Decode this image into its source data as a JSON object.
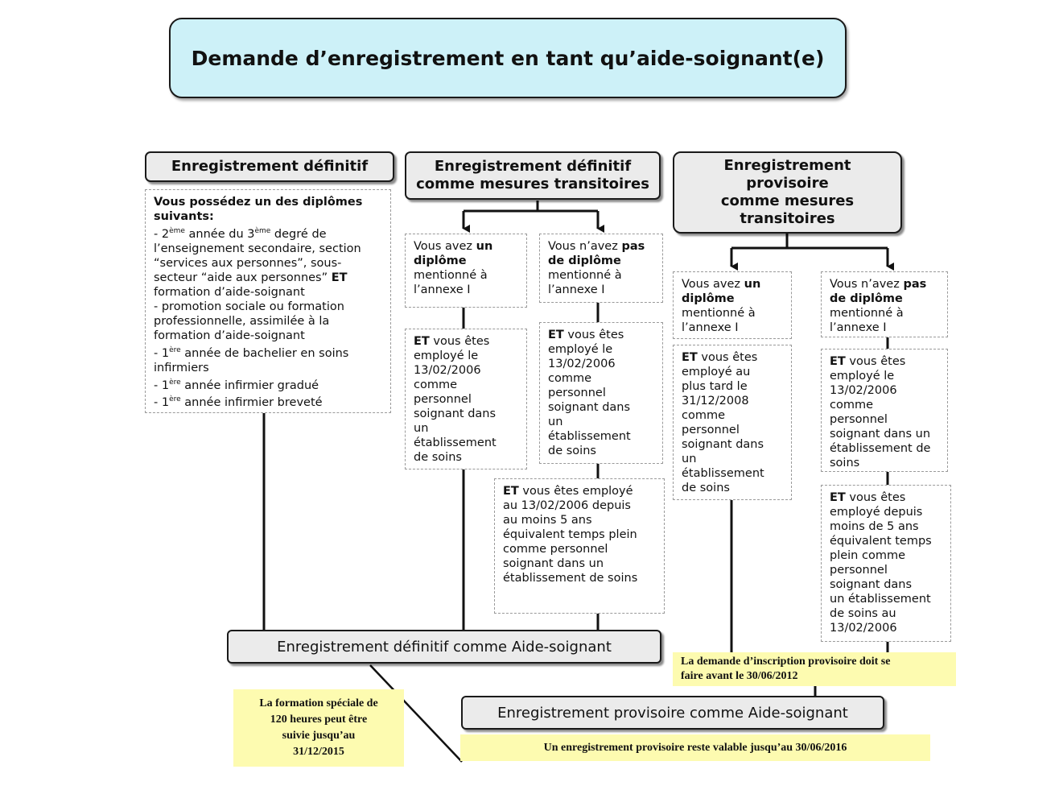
{
  "title": "Demande d’enregistrement en tant qu’aide-soignant(e)",
  "columns": {
    "col1": {
      "header": "Enregistrement définitif",
      "intro": "Vous possédez un des diplômes suivants:",
      "items": [
        {
          "pre": "- 2",
          "sup": "ème",
          "mid": " année du 3",
          "sup2": "ème",
          "post": " degré de l’enseignement secondaire, section “services aux personnes”, sous-secteur “aide aux  personnes” ",
          "bold": "ET",
          "tail": " formation d’aide-soignant"
        },
        {
          "text": "- promotion sociale ou formation professionnelle, assimilée à la formation d’aide-soignant"
        },
        {
          "pre": "- 1",
          "sup": "ère",
          "post": " année de bachelier en soins infirmiers"
        },
        {
          "pre": "- 1",
          "sup": "ère",
          "post": " année infirmier gradué"
        },
        {
          "pre": "- 1",
          "sup": "ère",
          "post": " année infirmier breveté"
        }
      ]
    },
    "col2": {
      "header": "Enregistrement définitif\ncomme mesures transitoires",
      "left_condition": {
        "a": "Vous avez ",
        "b": "un diplôme",
        "c": "\nmentionné à\nl’annexe I"
      },
      "right_condition": {
        "a": "Vous n’avez ",
        "b": "pas\nde diplôme",
        "c": "\nmentionné à\nl’annexe I"
      },
      "left_employment": {
        "b": "ET",
        "c": " vous êtes\nemployé le\n13/02/2006\ncomme\npersonnel\nsoignant dans\nun\nétablissement\nde soins"
      },
      "right_employment": {
        "b": "ET",
        "c": " vous êtes\nemployé le\n13/02/2006\ncomme\npersonnel\nsoignant dans\nun\nétablissement\nde soins"
      },
      "right_employment_2": {
        "b": "ET",
        "c": " vous êtes employé\nau 13/02/2006 depuis\nau moins 5 ans\néquivalent temps plein\ncomme personnel\nsoignant dans un\nétablissement de soins"
      }
    },
    "col3": {
      "header": "Enregistrement\nprovisoire\ncomme mesures\ntransitoires",
      "left_condition": {
        "a": "Vous avez ",
        "b": "un\ndiplôme",
        "c": "\nmentionné à\nl’annexe I"
      },
      "right_condition": {
        "a": "Vous n’avez ",
        "b": "pas\nde diplôme",
        "c": "\nmentionné à\nl’annexe I"
      },
      "left_employment": {
        "b": "ET",
        "c": " vous êtes\nemployé au\nplus tard le\n31/12/2008\ncomme\npersonnel\nsoignant dans\nun\nétablissement\nde soins"
      },
      "right_employment": {
        "b": "ET",
        "c": " vous êtes\nemployé le\n13/02/2006\ncomme\npersonnel\nsoignant dans un\nétablissement de\nsoins"
      },
      "right_employment_2": {
        "b": "ET",
        "c": " vous êtes\nemployé depuis\nmoins de 5 ans\néquivalent temps\nplein comme\npersonnel\nsoignant  dans\nun établissement\nde soins au\n13/02/2006"
      }
    }
  },
  "results": {
    "definitive": "Enregistrement définitif comme Aide-soignant",
    "provisional": "Enregistrement provisoire comme Aide-soignant"
  },
  "notes": {
    "deadline_provisional_request": "La demande d’inscription provisoire doit se\nfaire avant le 30/06/2012",
    "special_training": "La formation spéciale de\n120 heures peut être\nsuivie jusqu’au\n31/12/2015",
    "provisional_validity": "Un enregistrement provisoire reste valable jusqu’au 30/06/2016"
  },
  "colors": {
    "title_fill": "#cdf1f8",
    "header_fill": "#ebebeb",
    "note_fill": "#fdfbb0",
    "line": "#111111"
  }
}
